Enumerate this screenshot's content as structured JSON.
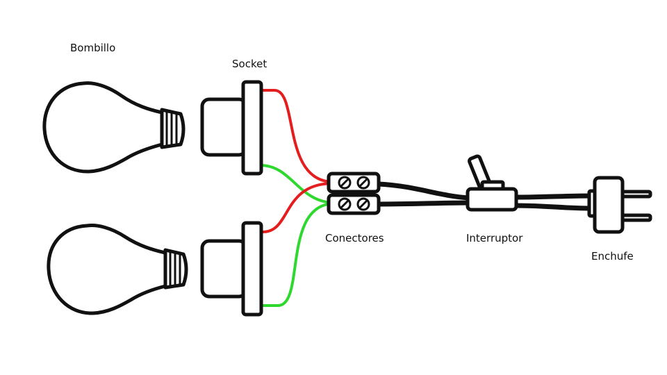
{
  "labels": {
    "bulb": "Bombillo",
    "socket": "Socket",
    "connectors": "Conectores",
    "switch": "Interruptor",
    "plug": "Enchufe"
  },
  "colors": {
    "outline": "#111111",
    "live_wire": "#e41e1e",
    "neutral_wire": "#2ed82e",
    "cable": "#111111",
    "background": "#ffffff"
  },
  "components": [
    "bulb-top",
    "bulb-bottom",
    "socket-top",
    "socket-bottom",
    "connector-block-top",
    "connector-block-bottom",
    "toggle-switch",
    "plug"
  ]
}
